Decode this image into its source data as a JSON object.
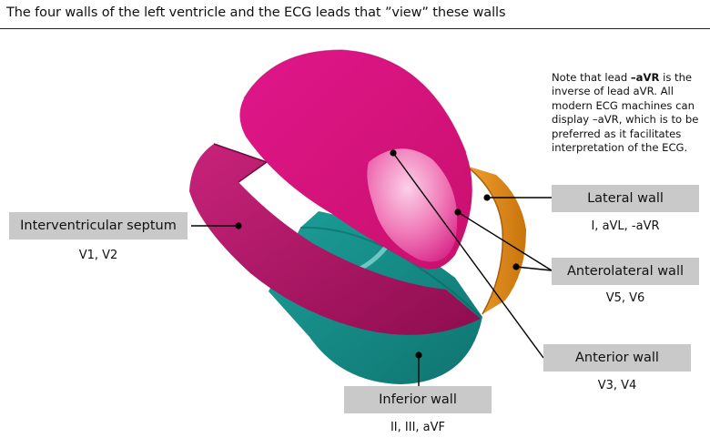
{
  "title": "The four walls of the left ventricle and the ECG leads that ”view” these walls",
  "note": {
    "prefix": "Note that lead ",
    "lead": "–aVR",
    "suffix": " is the inverse of lead aVR. All modern ECG machines can display –aVR, which is to be preferred as it facilitates interpretation of the ECG."
  },
  "walls": {
    "septum": {
      "label": "Interventricular septum",
      "leads": "V1, V2"
    },
    "lateral": {
      "label": "Lateral wall",
      "leads": "I, aVL, -aVR"
    },
    "anterolateral": {
      "label": "Anterolateral wall",
      "leads": "V5, V6"
    },
    "anterior": {
      "label": "Anterior wall",
      "leads": "V3, V4"
    },
    "inferior": {
      "label": "Inferior wall",
      "leads": "II, III, aVF"
    }
  },
  "colors": {
    "septum": "#a8105e",
    "anterior": "#d6147a",
    "inferior": "#168a86",
    "lateral": "#e08a14",
    "label_box": "#c9c9c9"
  }
}
